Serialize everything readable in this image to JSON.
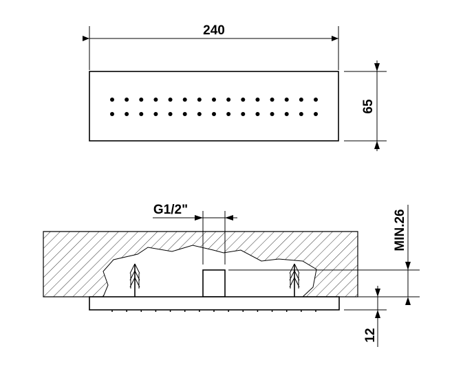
{
  "drawing": {
    "top_view": {
      "width_label": "240",
      "height_label": "65",
      "nozzle_rows": 2,
      "nozzles_per_row": 15
    },
    "section_view": {
      "connection_label": "G1/2\"",
      "min_depth_label": "MIN.26",
      "plate_thickness_label": "12"
    }
  }
}
